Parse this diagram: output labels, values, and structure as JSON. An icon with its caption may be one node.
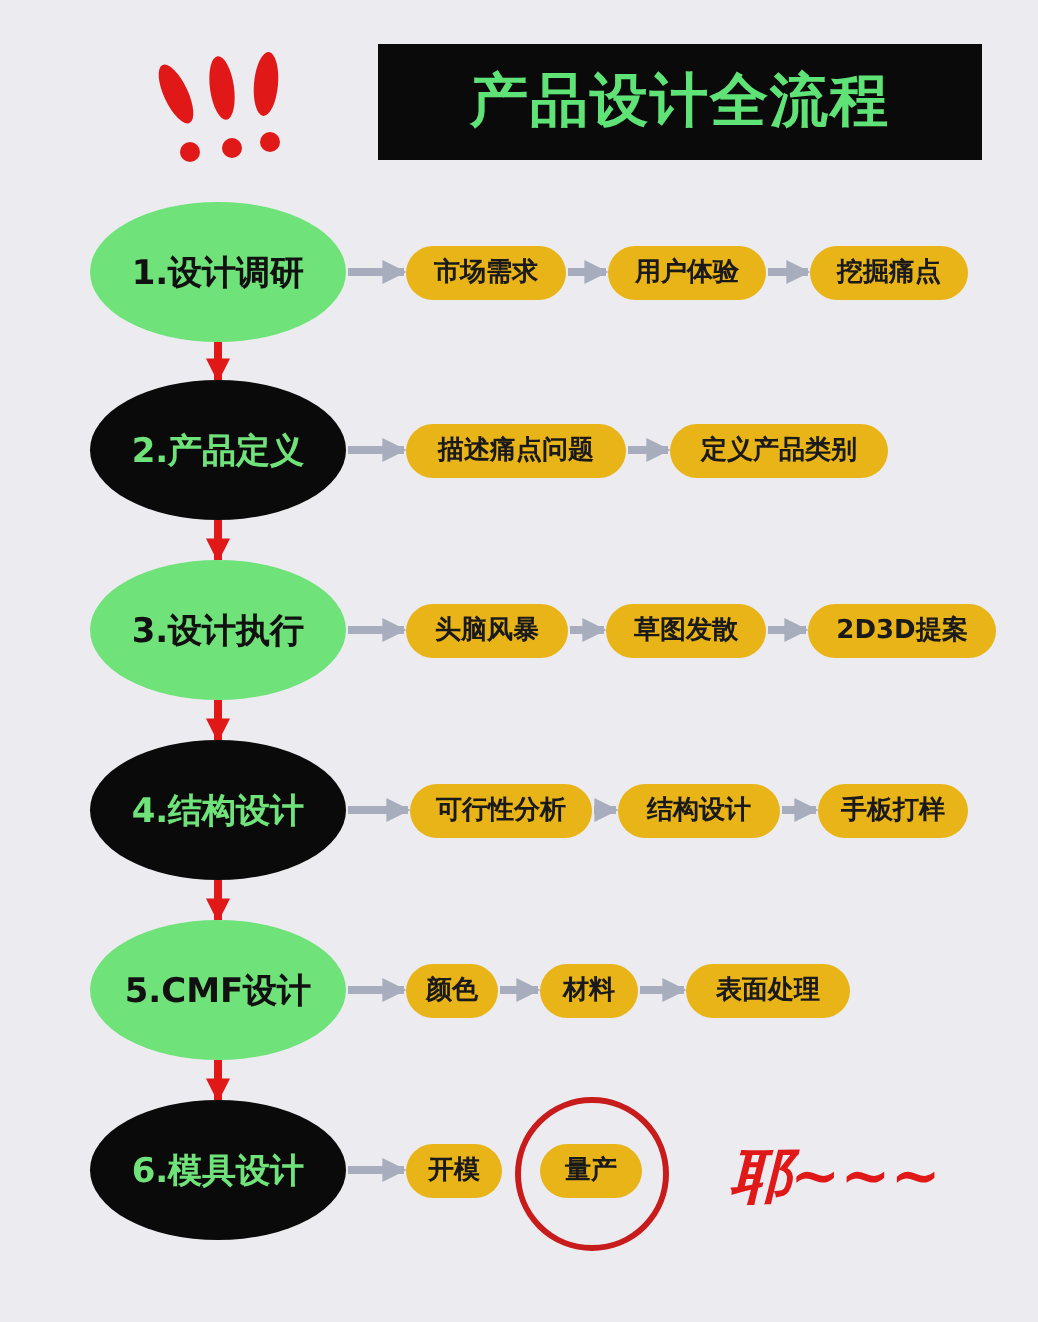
{
  "diagram": {
    "title": "产品设计全流程",
    "nodes": [
      {
        "text": [
          "1.设计调研"
        ]
      },
      {
        "text": [
          "市场需求"
        ]
      },
      {
        "text": [
          "用户体验"
        ]
      },
      {
        "text": [
          "挖掘痛点"
        ]
      },
      {
        "text": [
          "2.产品定义"
        ]
      },
      {
        "text": [
          "描述痛点问题"
        ]
      },
      {
        "text": [
          "定义产品类别"
        ]
      },
      {
        "text": [
          "3.设计执行"
        ]
      },
      {
        "text": [
          "头脑风暴"
        ]
      },
      {
        "text": [
          "草图发散"
        ]
      },
      {
        "text": [
          "2D3D提案"
        ]
      },
      {
        "text": [
          "4.结构设计"
        ]
      },
      {
        "text": [
          "可行性分析"
        ]
      },
      {
        "text": [
          "结构设计"
        ]
      },
      {
        "text": [
          "手板打样"
        ]
      },
      {
        "text": [
          "5.CMF设计"
        ]
      },
      {
        "text": [
          "颜色"
        ]
      },
      {
        "text": [
          "材料"
        ]
      },
      {
        "text": [
          "表面处理"
        ]
      },
      {
        "text": [
          "6.模具设计"
        ]
      },
      {
        "text": [
          "开模"
        ]
      },
      {
        "text": [
          "量产"
        ]
      }
    ],
    "edges": [
      {
        "from": 0,
        "to": 4,
        "arrow": "to",
        "color": "#e01818"
      },
      {
        "from": 4,
        "to": 7,
        "arrow": "to",
        "color": "#e01818"
      },
      {
        "from": 7,
        "to": 11,
        "arrow": "to",
        "color": "#e01818"
      },
      {
        "from": 11,
        "to": 15,
        "arrow": "to",
        "color": "#e01818"
      },
      {
        "from": 15,
        "to": 19,
        "arrow": "to",
        "color": "#e01818"
      },
      {
        "from": 0,
        "to": 1,
        "arrow": "to"
      },
      {
        "from": 1,
        "to": 2,
        "arrow": "to"
      },
      {
        "from": 2,
        "to": 3,
        "arrow": "to"
      },
      {
        "from": 4,
        "to": 5,
        "arrow": "to"
      },
      {
        "from": 5,
        "to": 6,
        "arrow": "to"
      },
      {
        "from": 7,
        "to": 8,
        "arrow": "to"
      },
      {
        "from": 8,
        "to": 9,
        "arrow": "to"
      },
      {
        "from": 9,
        "to": 10,
        "arrow": "to"
      },
      {
        "from": 11,
        "to": 12,
        "arrow": "to"
      },
      {
        "from": 12,
        "to": 13,
        "arrow": "to"
      },
      {
        "from": 13,
        "to": 14,
        "arrow": "to"
      },
      {
        "from": 15,
        "to": 16,
        "arrow": "to"
      },
      {
        "from": 16,
        "to": 17,
        "arrow": "to"
      },
      {
        "from": 17,
        "to": 18,
        "arrow": "to"
      },
      {
        "from": 19,
        "to": 20,
        "arrow": "to"
      }
    ],
    "labels": [
      "耶~~~"
    ]
  }
}
